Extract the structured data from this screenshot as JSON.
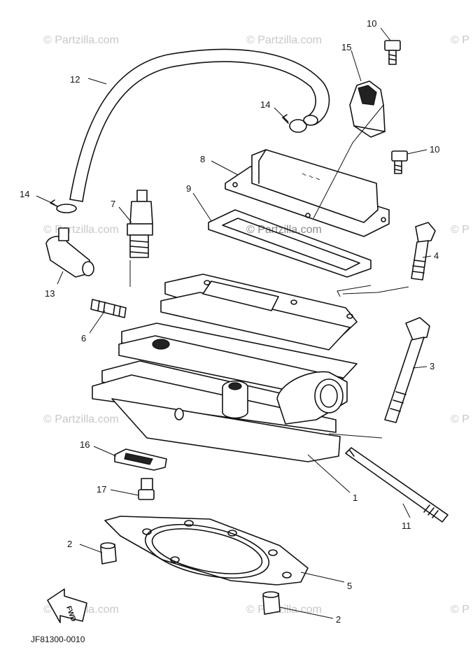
{
  "watermark": {
    "text": "© Partzilla.com",
    "center_text": "© Partzilla.com",
    "edge_mark": "© P"
  },
  "callouts": [
    {
      "id": "1",
      "label": "1"
    },
    {
      "id": "2a",
      "label": "2"
    },
    {
      "id": "2b",
      "label": "2"
    },
    {
      "id": "3",
      "label": "3"
    },
    {
      "id": "4",
      "label": "4"
    },
    {
      "id": "5",
      "label": "5"
    },
    {
      "id": "6",
      "label": "6"
    },
    {
      "id": "7",
      "label": "7"
    },
    {
      "id": "8",
      "label": "8"
    },
    {
      "id": "9",
      "label": "9"
    },
    {
      "id": "10a",
      "label": "10"
    },
    {
      "id": "10b",
      "label": "10"
    },
    {
      "id": "11",
      "label": "11"
    },
    {
      "id": "12",
      "label": "12"
    },
    {
      "id": "13",
      "label": "13"
    },
    {
      "id": "14a",
      "label": "14"
    },
    {
      "id": "14b",
      "label": "14"
    },
    {
      "id": "15",
      "label": "15"
    },
    {
      "id": "16",
      "label": "16"
    },
    {
      "id": "17",
      "label": "17"
    }
  ],
  "fwd_label": "FWD",
  "diagram_code": "JF81300-0010",
  "colors": {
    "line": "#111111",
    "watermark": "#c8c8c8"
  }
}
